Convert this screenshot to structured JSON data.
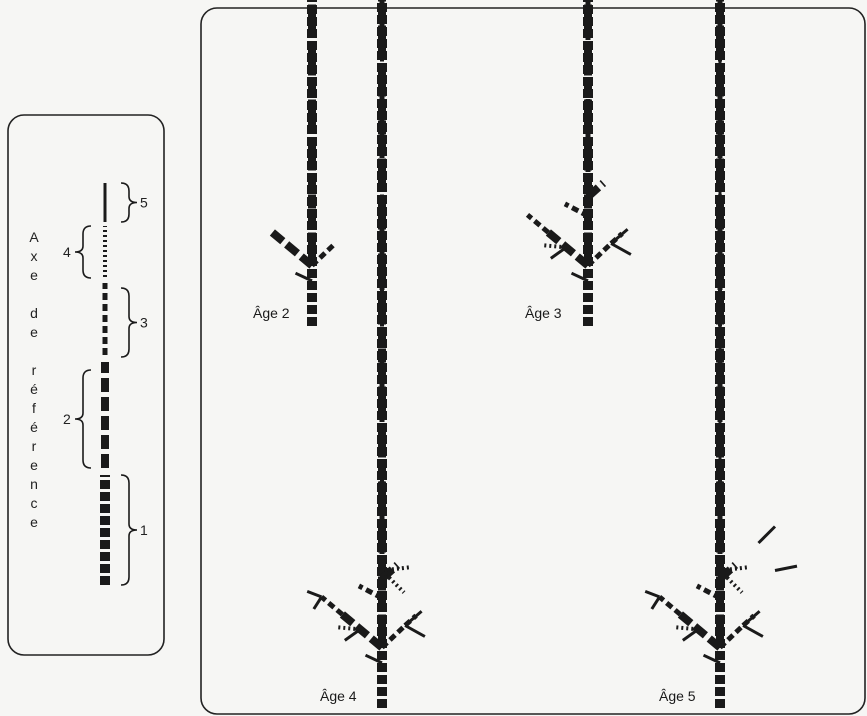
{
  "reference_axis": {
    "title_letters": [
      "A",
      "x",
      "e",
      "",
      "d",
      "e",
      "",
      "r",
      "é",
      "f",
      "é",
      "r",
      "e",
      "n",
      "c",
      "e"
    ],
    "segments": [
      {
        "label": "1",
        "style": "wide-banded"
      },
      {
        "label": "2",
        "style": "thick-dashed"
      },
      {
        "label": "3",
        "style": "medium-dashed"
      },
      {
        "label": "4",
        "style": "dotted"
      },
      {
        "label": "5",
        "style": "solid"
      }
    ]
  },
  "trees": [
    {
      "label": "Âge 2"
    },
    {
      "label": "Âge 3"
    },
    {
      "label": "Âge 4"
    },
    {
      "label": "Âge 5"
    }
  ],
  "colors": {
    "ink": "#1a1a1a",
    "background": "#f6f6f4",
    "frame": "#222222"
  }
}
